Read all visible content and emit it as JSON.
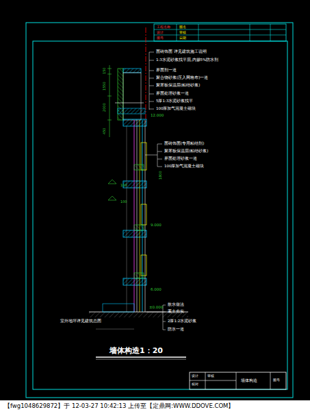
{
  "diagram": {
    "title": "墙体构造1：20",
    "labels": [
      "面砖饰面 详见建筑施工说明",
      "1:3水泥砂浆找平层,内掺5%防水剂",
      "界面剂一道",
      "聚合物砂浆(压入网格布)一道",
      "聚苯板保温层(粘结砂浆)",
      "界面处理砂浆一道",
      "5厚1:3水泥砂浆找平",
      "100厚加气混凝土砌块",
      "12.000",
      "面砖饰面(专用粘结剂)",
      "聚苯板保温层(粘结砂浆)",
      "界面处理砂浆一道",
      "100厚加气混凝土砌块",
      "1800",
      "100",
      "100",
      "9.000",
      "6.000",
      "散水做法",
      "素土夯实",
      "2厚1:2水泥砂浆",
      "防水一道",
      "室外地坪详见建筑总图",
      "±0.000",
      "150",
      "1550",
      "2000",
      "450",
      "工程名称",
      "图名",
      "设计",
      "审核",
      "图号",
      "日期",
      "设计",
      "校对",
      "审核",
      "墙体构造",
      "图号",
      "【fwg1048629872】于 12-03-27 10:42:13 上传至【定鼎网:WWW.DDOVE.COM】"
    ]
  }
}
